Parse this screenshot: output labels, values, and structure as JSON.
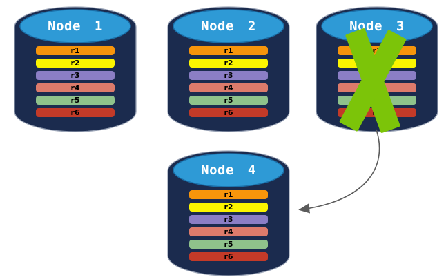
{
  "colors": {
    "background": "#FFFFFF",
    "cylinder_body": "#1B2B4E",
    "cylinder_top": "#2E9AD6",
    "failure_x": "#7CC409",
    "arrow": "#5B5B5B",
    "node_label_text": "#FFFFFF",
    "row_label_text": "#000000"
  },
  "nodes": [
    {
      "label": "Node 1",
      "failed": false,
      "rows": [
        {
          "label": "r1",
          "color": "#F7950B"
        },
        {
          "label": "r2",
          "color": "#FBF500"
        },
        {
          "label": "r3",
          "color": "#8B7EC5"
        },
        {
          "label": "r4",
          "color": "#DD7B6B"
        },
        {
          "label": "r5",
          "color": "#8FC28B"
        },
        {
          "label": "r6",
          "color": "#C33A28"
        }
      ]
    },
    {
      "label": "Node 2",
      "failed": false,
      "rows": [
        {
          "label": "r1",
          "color": "#F7950B"
        },
        {
          "label": "r2",
          "color": "#FBF500"
        },
        {
          "label": "r3",
          "color": "#8B7EC5"
        },
        {
          "label": "r4",
          "color": "#DD7B6B"
        },
        {
          "label": "r5",
          "color": "#8FC28B"
        },
        {
          "label": "r6",
          "color": "#C33A28"
        }
      ]
    },
    {
      "label": "Node 3",
      "failed": true,
      "rows": [
        {
          "label": "r1",
          "color": "#F7950B"
        },
        {
          "label": "r2",
          "color": "#FBF500"
        },
        {
          "label": "r3",
          "color": "#8B7EC5"
        },
        {
          "label": "r4",
          "color": "#DD7B6B"
        },
        {
          "label": "r5",
          "color": "#8FC28B"
        },
        {
          "label": "r6",
          "color": "#C33A28"
        }
      ]
    },
    {
      "label": "Node 4",
      "failed": false,
      "rows": [
        {
          "label": "r1",
          "color": "#F7950B"
        },
        {
          "label": "r2",
          "color": "#FBF500"
        },
        {
          "label": "r3",
          "color": "#8B7EC5"
        },
        {
          "label": "r4",
          "color": "#DD7B6B"
        },
        {
          "label": "r5",
          "color": "#8FC28B"
        },
        {
          "label": "r6",
          "color": "#C33A28"
        }
      ]
    }
  ],
  "annotations": {
    "failure_x_on": "Node 3",
    "arrow_from": "Node 3",
    "arrow_to": "Node 4"
  }
}
